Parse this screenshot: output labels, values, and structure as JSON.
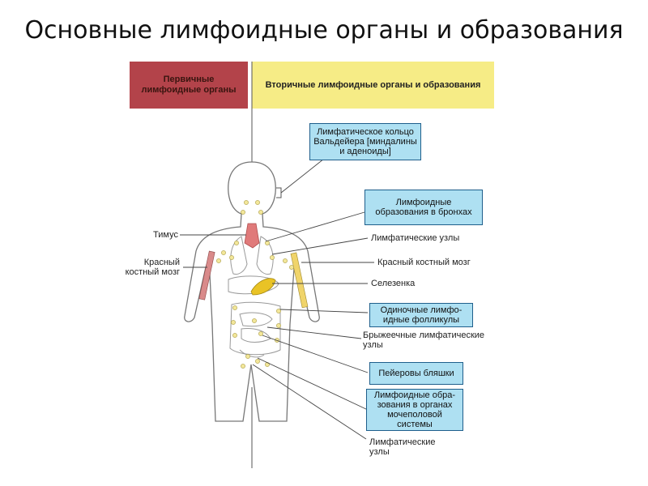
{
  "title": "Основные лимфоидные органы и образования",
  "headers": {
    "primary": "Первичные лимфоидные органы",
    "secondary": "Вторичные лимфоидные органы и образования"
  },
  "boxes": {
    "waldeyer": "Лимфатическое кольцо Вальдейера [миндалины и аденоиды]",
    "bronchi": "Лимфоидные образования в бронхах",
    "follicles": "Одиночные лимфо-идные фолликулы",
    "peyer": "Пейеровы бляшки",
    "urogenital": "Лимфоидные обра-зования в органах мочеполовой системы"
  },
  "labels": {
    "thymus": "Тимус",
    "red_marrow_left": "Красный костный мозг",
    "lymph_nodes_top": "Лимфатические узлы",
    "red_marrow_right": "Красный костный мозг",
    "spleen": "Селезенка",
    "mesenteric": "Брыжеечные лимфатические узлы",
    "lymph_nodes_bottom": "Лимфатические узлы"
  },
  "colors": {
    "primary_header": "#b3434a",
    "secondary_header": "#f6ec86",
    "box_fill": "#aee0f2",
    "box_border": "#1f5f8c",
    "node_yellow": "#f3e79a",
    "spleen": "#e9c326",
    "thymus": "#e07a7a",
    "marrow": "#d98a8a"
  }
}
